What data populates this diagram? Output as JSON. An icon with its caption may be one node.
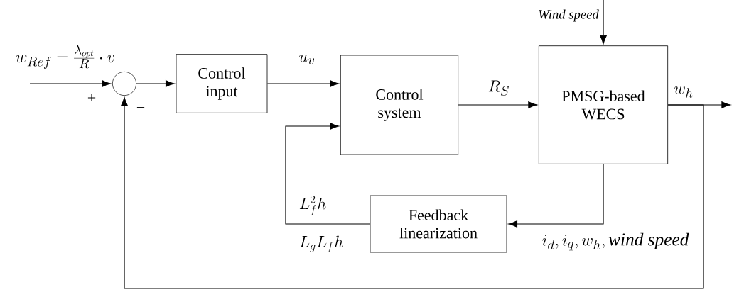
{
  "diagram": {
    "nodes": [
      {
        "text": [],
        "shape": "circle"
      },
      {
        "text": [
          "Control input"
        ]
      },
      {
        "text": [
          "Control system"
        ]
      },
      {
        "text": [
          "PMSG-based WECS"
        ]
      },
      {
        "text": [
          "Feedback linearization"
        ]
      }
    ],
    "edges": [
      {
        "from": null,
        "to": 0,
        "arrow": "to",
        "label": "w_{Ref}=\\frac{\\lambda_{opt}}{R}\\cdot v"
      },
      {
        "from": 0,
        "to": 1,
        "arrow": "to"
      },
      {
        "from": 1,
        "to": 2,
        "arrow": "to",
        "label": "u_v"
      },
      {
        "from": 2,
        "to": 3,
        "arrow": "to",
        "label": "R_S"
      },
      {
        "from": null,
        "to": 3,
        "arrow": "to",
        "label": "Wind speed"
      },
      {
        "from": 3,
        "to": null,
        "arrow": "to",
        "label": "w_h"
      },
      {
        "from": 3,
        "to": 4,
        "arrow": "to",
        "label": "i_d, i_q, w_h, \\mathit{wind\\ speed}"
      },
      {
        "from": 4,
        "to": 2,
        "arrow": "to"
      },
      {
        "from": 3,
        "to": 0,
        "arrow": "to"
      }
    ],
    "labels": [
      "+",
      "−",
      "L_f^2 h",
      "L_g L_f h"
    ]
  }
}
